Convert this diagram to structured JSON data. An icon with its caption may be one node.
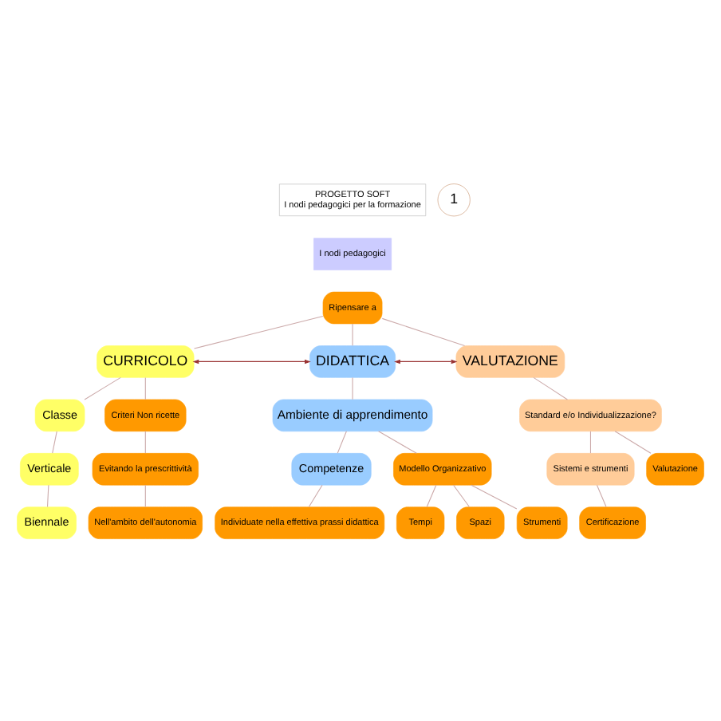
{
  "diagram": {
    "nodes": [
      {
        "text": [
          "PROGETTO SOFT",
          "I nodi pedagogici per la formazione"
        ]
      },
      {
        "text": [
          "1"
        ]
      },
      {
        "text": [
          "I nodi pedagogici"
        ]
      },
      {
        "text": [
          "Ripensare a"
        ]
      },
      {
        "text": [
          "CURRICOLO"
        ]
      },
      {
        "text": [
          "DIDATTICA"
        ]
      },
      {
        "text": [
          "VALUTAZIONE"
        ]
      },
      {
        "text": [
          "Classe"
        ]
      },
      {
        "text": [
          "Verticale"
        ]
      },
      {
        "text": [
          "Biennale"
        ]
      },
      {
        "text": [
          "Criteri Non ricette"
        ]
      },
      {
        "text": [
          "Evitando la prescrittività"
        ]
      },
      {
        "text": [
          "Nell'ambito dell'autonomia"
        ]
      },
      {
        "text": [
          "Ambiente di apprendimento"
        ]
      },
      {
        "text": [
          "Competenze"
        ]
      },
      {
        "text": [
          "Modello Organizzativo"
        ]
      },
      {
        "text": [
          "Tempi"
        ]
      },
      {
        "text": [
          "Spazi"
        ]
      },
      {
        "text": [
          "Strumenti"
        ]
      },
      {
        "text": [
          "Individuate nella effettiva prassi didattica"
        ]
      },
      {
        "text": [
          "Standard e/o Individualizzazione?"
        ]
      },
      {
        "text": [
          "Sistemi e strumenti"
        ]
      },
      {
        "text": [
          "Valutazione"
        ]
      },
      {
        "text": [
          "Certificazione"
        ]
      }
    ],
    "edges": [
      {
        "from": 3,
        "to": 4,
        "arrow": "none"
      },
      {
        "from": 3,
        "to": 5,
        "arrow": "none"
      },
      {
        "from": 3,
        "to": 6,
        "arrow": "none"
      },
      {
        "from": 4,
        "to": 5,
        "arrow": "both",
        "color": "#993333"
      },
      {
        "from": 5,
        "to": 6,
        "arrow": "both",
        "color": "#993333"
      },
      {
        "from": 4,
        "to": 7,
        "arrow": "none"
      },
      {
        "from": 7,
        "to": 8,
        "arrow": "none"
      },
      {
        "from": 8,
        "to": 9,
        "arrow": "none"
      },
      {
        "from": 4,
        "to": 10,
        "arrow": "none"
      },
      {
        "from": 10,
        "to": 11,
        "arrow": "none"
      },
      {
        "from": 11,
        "to": 12,
        "arrow": "none"
      },
      {
        "from": 5,
        "to": 13,
        "arrow": "none"
      },
      {
        "from": 13,
        "to": 15,
        "arrow": "none"
      },
      {
        "from": 13,
        "to": 14,
        "arrow": "none"
      },
      {
        "from": 15,
        "to": 16,
        "arrow": "none"
      },
      {
        "from": 15,
        "to": 17,
        "arrow": "none"
      },
      {
        "from": 15,
        "to": 18,
        "arrow": "none"
      },
      {
        "from": 14,
        "to": 19,
        "arrow": "none"
      },
      {
        "from": 6,
        "to": 20,
        "arrow": "none"
      },
      {
        "from": 20,
        "to": 21,
        "arrow": "none"
      },
      {
        "from": 20,
        "to": 22,
        "arrow": "none"
      },
      {
        "from": 21,
        "to": 23,
        "arrow": "none"
      }
    ]
  }
}
